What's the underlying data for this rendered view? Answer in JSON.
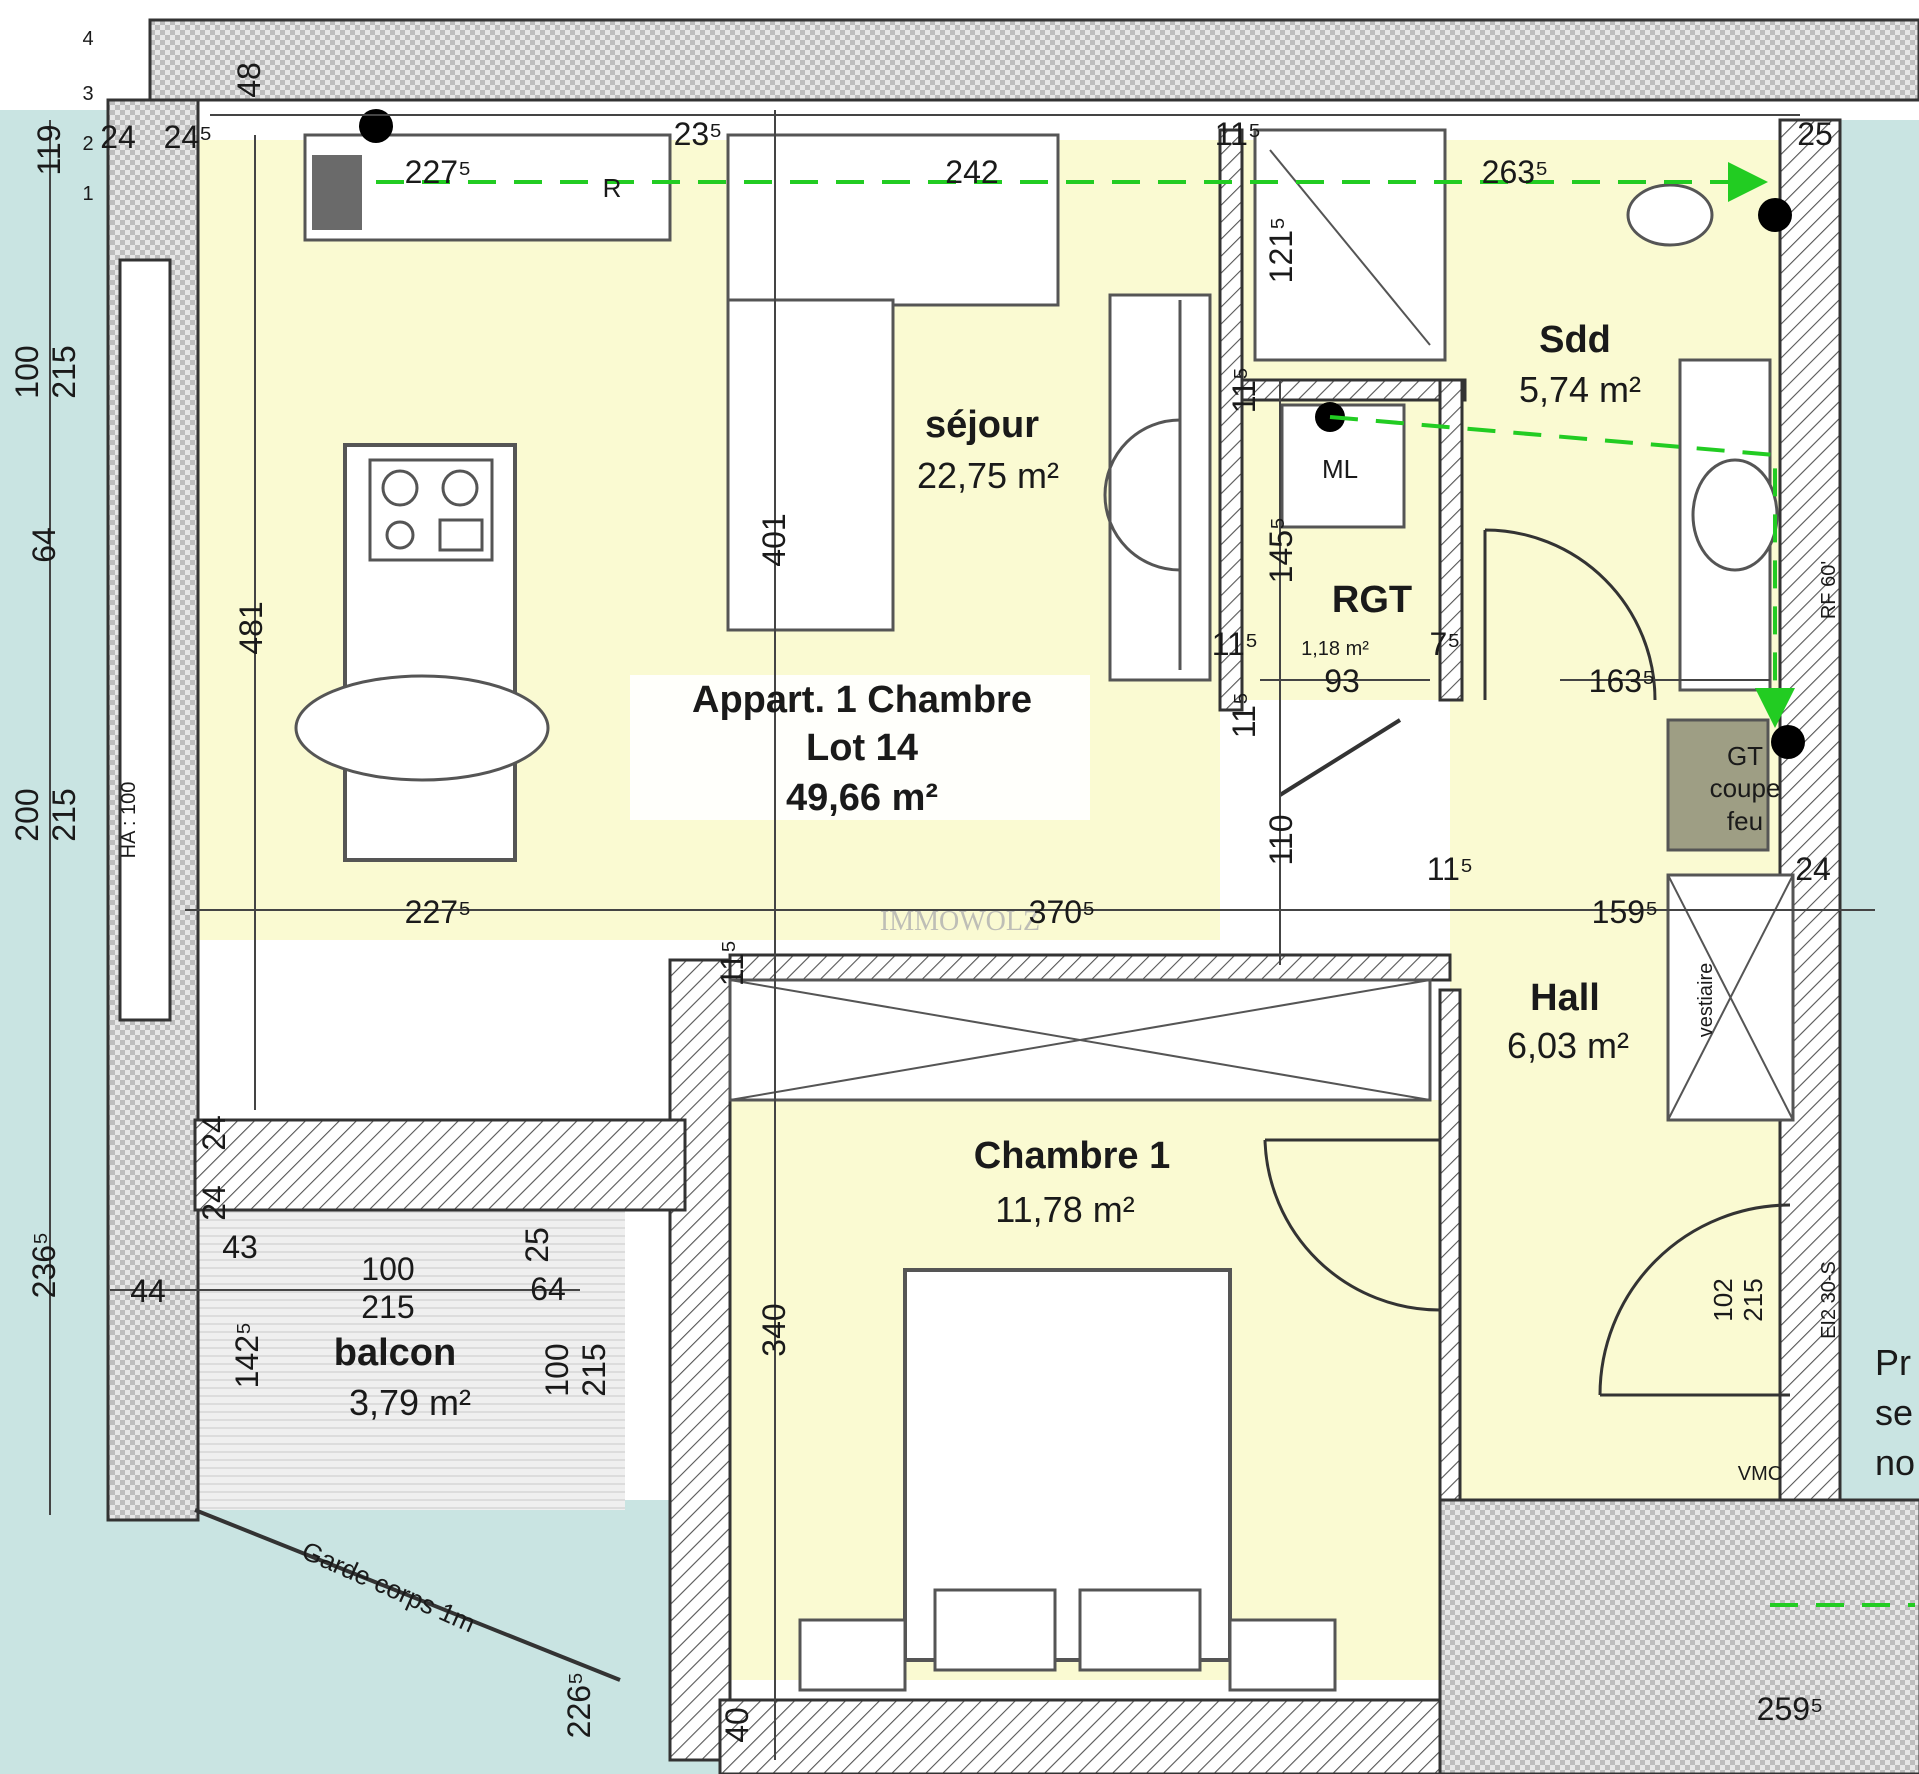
{
  "title_box": {
    "line1": "Appart.  1 Chambre",
    "line2": "Lot 14",
    "line3": "49,66 m²"
  },
  "watermark": "IMMOWOLZ",
  "rooms": {
    "sejour": {
      "name": "séjour",
      "area": "22,75 m²"
    },
    "sdd": {
      "name": "Sdd",
      "area": "5,74 m²"
    },
    "rgt": {
      "name": "RGT",
      "area": "1,18 m²"
    },
    "hall": {
      "name": "Hall",
      "area": "6,03 m²"
    },
    "chambre": {
      "name": "Chambre 1",
      "area": "11,78 m²"
    },
    "balcon": {
      "name": "balcon",
      "area": "3,79 m²"
    }
  },
  "fixtures": {
    "ml": "ML",
    "r": "R",
    "vestiaire": "vestiaire",
    "gt1": "GT",
    "gt2": "coupe",
    "gt3": "feu",
    "vmc": "VMC",
    "rf": "RF 60'",
    "ei2": "EI2 30-S",
    "ha": "HA : 100",
    "garde": "Garde corps 1m",
    "pr1": "Pr",
    "pr2": "se",
    "pr3": "no",
    "door_w": "102",
    "door_h": "215"
  },
  "dimensions": {
    "d48": "48",
    "d119": "119",
    "d24a": "24",
    "d245": "24⁵",
    "d2275a": "227⁵",
    "d235": "23⁵",
    "d242": "242",
    "d115a": "11⁵",
    "d2635": "263⁵",
    "d25a": "25",
    "d1215": "121⁵",
    "d115b": "11⁵",
    "d1455": "145⁵",
    "d115c": "11⁵",
    "d75": "7⁵",
    "d93": "93",
    "d1635": "163⁵",
    "d115d": "11⁵",
    "d110": "110",
    "d115e": "11⁵",
    "d24b": "24",
    "d2275b": "227⁵",
    "d3705": "370⁵",
    "d1595": "159⁵",
    "d115f": "11⁵",
    "d481": "481",
    "d401": "401",
    "d340": "340",
    "d100a": "100",
    "d215a": "215",
    "d64a": "64",
    "d200": "200",
    "d215b": "215",
    "d24c": "24",
    "d24d": "24",
    "d43": "43",
    "d100b": "100",
    "d215c": "215",
    "d25b": "25",
    "d64b": "64",
    "d44": "44",
    "d1425": "142⁵",
    "d2365": "236⁵",
    "d100c": "100",
    "d215d": "215",
    "d2265": "226⁵",
    "d40": "40",
    "d2595": "259⁵",
    "n1": "1",
    "n2": "2",
    "n3": "3",
    "n4": "4"
  }
}
